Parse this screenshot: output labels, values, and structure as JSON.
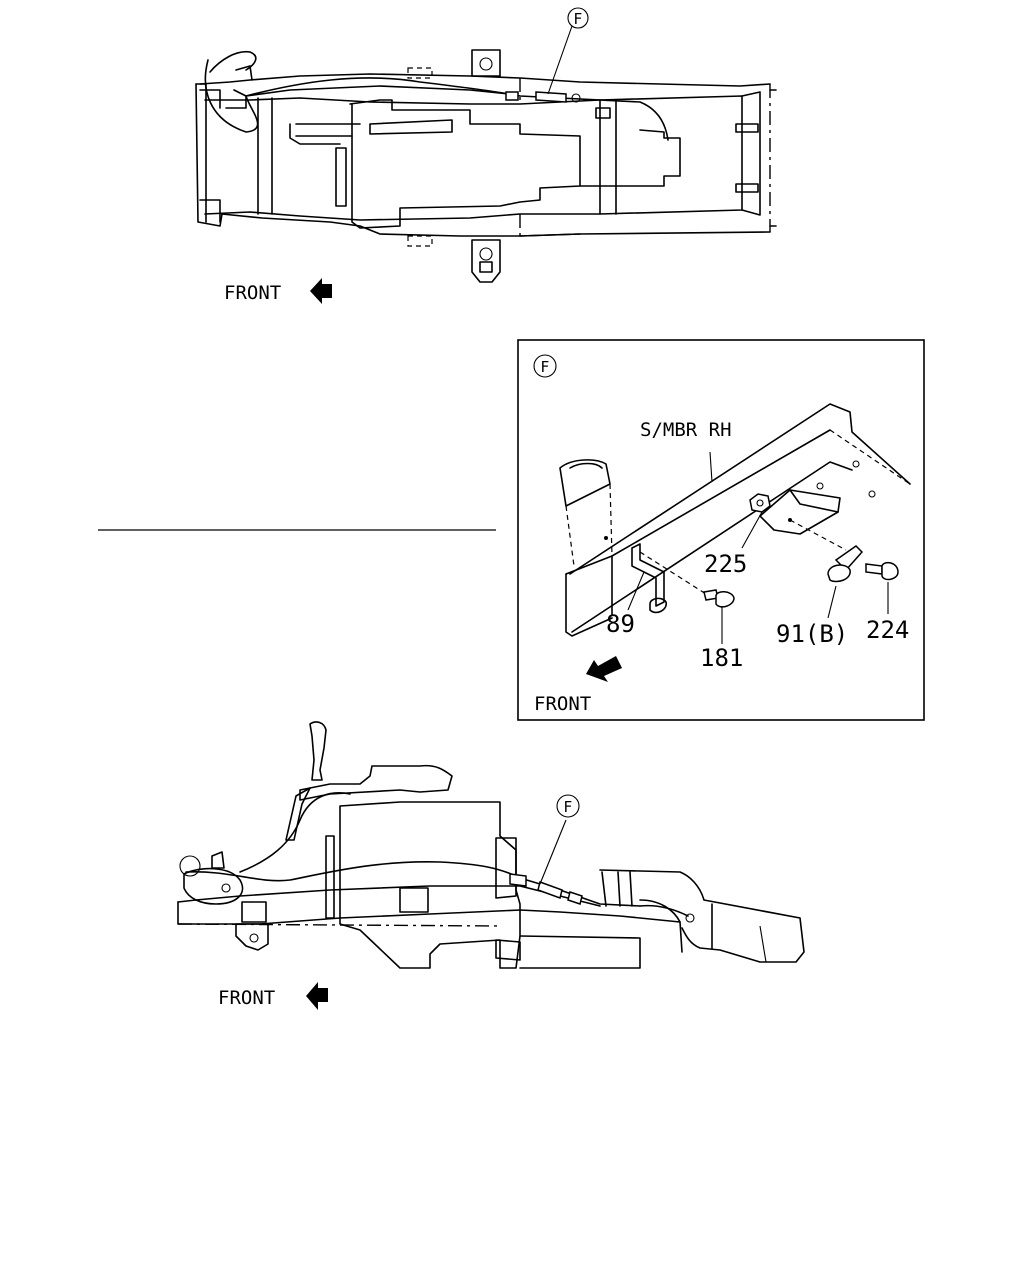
{
  "top_view": {
    "callout_letter": "F",
    "front_label": "FRONT"
  },
  "detail_view": {
    "callout_letter": "F",
    "member_label": "S/MBR RH",
    "front_label": "FRONT",
    "part_numbers": {
      "p225": "225",
      "p89": "89",
      "p181": "181",
      "p91b": "91(B)",
      "p224": "224"
    }
  },
  "side_view": {
    "callout_letter": "F",
    "front_label": "FRONT"
  }
}
